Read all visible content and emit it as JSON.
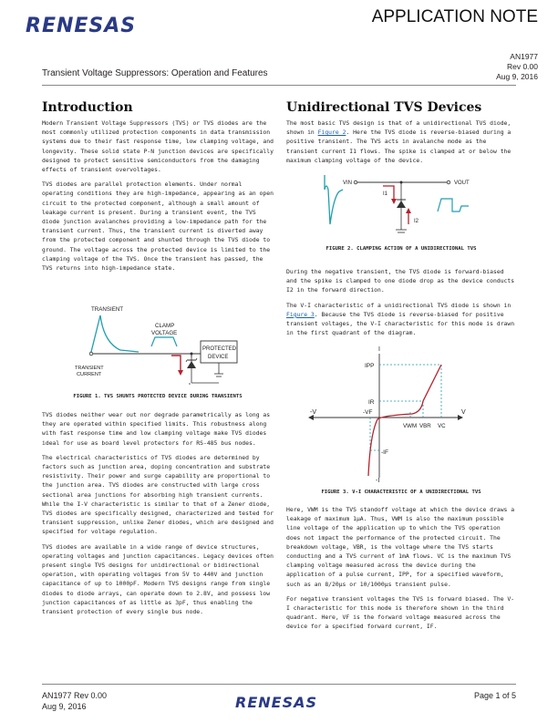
{
  "header": {
    "logo": "RENESAS",
    "doc_type": "APPLICATION NOTE",
    "doc_number": "AN1977",
    "revision": "Rev 0.00",
    "date": "Aug 9, 2016",
    "title": "Transient Voltage Suppressors: Operation and Features"
  },
  "intro": {
    "heading": "Introduction",
    "p1": "Modern Transient Voltage Suppressors (TVS) or TVS diodes are the most commonly utilized protection components in data transmission systems due to their fast response time, low clamping voltage, and longevity. These solid state P-N junction devices are specifically designed to protect sensitive semiconductors from the damaging effects of transient overvoltages.",
    "p2": "TVS diodes are parallel protection elements. Under normal operating conditions they are high-impedance, appearing as an open circuit to the protected component, although a small amount of leakage current is present. During a transient event, the TVS diode junction avalanches providing a low-impedance path for the transient current. Thus, the transient current is diverted away from the protected component and shunted through the TVS diode to ground. The voltage across the protected device is limited to the clamping voltage of the TVS. Once the transient has passed, the TVS returns into high-impedance state.",
    "fig1": {
      "transient": "TRANSIENT",
      "clamp1": "CLAMP",
      "clamp2": "VOLTAGE",
      "protected1": "PROTECTED",
      "protected2": "DEVICE",
      "current1": "TRANSIENT",
      "current2": "CURRENT",
      "caption": "FIGURE 1. TVS SHUNTS PROTECTED DEVICE DURING TRANSIENTS"
    },
    "p3": "TVS diodes neither wear out nor degrade parametrically as long as they are operated within specified limits. This robustness along with fast response time and low clamping voltage make TVS diodes ideal for use as board level protectors for RS-485 bus nodes.",
    "p4": "The electrical characteristics of TVS diodes are determined by factors such as junction area, doping concentration and substrate resistivity. Their power and surge capability are proportional to the junction area. TVS diodes are constructed with large cross sectional area junctions for absorbing high transient currents. While the I-V characteristic is similar to that of a Zener diode, TVS diodes are specifically designed, characterized and tested for transient suppression, unlike Zener diodes, which are designed and specified for voltage regulation.",
    "p5": "TVS diodes are available in a wide range of device structures, operating voltages and junction capacitances. Legacy devices often present single TVS designs for unidirectional or bidirectional operation, with operating voltages from 5V to 440V and junction capacitance of up to 1000pF. Modern TVS designs range from single diodes to diode arrays, can operate down to 2.8V, and possess low junction capacitances of as little as 3pF, thus enabling the transient protection of every single bus node."
  },
  "uni": {
    "heading": "Unidirectional TVS Devices",
    "p1a": "The most basic TVS design is that of a unidirectional TVS diode, shown in ",
    "p1link": "Figure 2",
    "p1b": ". Here the TVS diode is reverse-biased during a positive transient. The TVS acts in avalanche mode as the transient current I1 flows. The spike is clamped at or below the maximum clamping voltage of the device.",
    "fig2": {
      "vin": "VIN",
      "vout": "VOUT",
      "i1": "I1",
      "i2": "I2",
      "caption": "FIGURE 2. CLAMPING ACTION OF A UNIDIRECTIONAL TVS"
    },
    "p2": "During the negative transient, the TVS diode is forward-biased and the spike is clamped to one diode drop as the device conducts I2 in the forward direction.",
    "p3a": "The V-I characteristic of a unidirectional TVS diode is shown in ",
    "p3link": "Figure 3",
    "p3b": ". Because the TVS diode is reverse-biased for positive transient voltages, the V-I characteristic for this mode is drawn in the first quadrant of the diagram.",
    "fig3": {
      "i_top": "I",
      "i_bottom": "-I",
      "v_left": "-V",
      "v_right": "V",
      "ipp": "IPP",
      "ir": "IR",
      "vf": "-VF",
      "vwm": "VWM",
      "vbr": "VBR",
      "vc": "VC",
      "if": "-IF",
      "caption": "FIGURE 3. V-I CHARACTERISTIC OF A UNIDIRECTIONAL TVS"
    },
    "p4": "Here, VWM is the TVS standoff voltage at which the device draws a leakage of maximum 1μA. Thus, VWM is also the maximum possible line voltage of the application up to which the TVS operation does not impact the performance of the protected circuit. The breakdown voltage, VBR, is the voltage where the TVS starts conducting and a TVS current of 1mA flows. VC is the maximum TVS clamping voltage measured across the device during the application of a pulse current, IPP, for a specified waveform, such as an 8/20μs or 10/1000μs transient pulse.",
    "p5": "For negative transient voltages the TVS is forward biased. The V-I characteristic for this mode is therefore shown in the third quadrant. Here, VF is the forward voltage measured across the device for a specified forward current, IF."
  },
  "footer": {
    "doc": "AN1977  Rev 0.00",
    "date": "Aug 9, 2016",
    "logo": "RENESAS",
    "page": "Page 1 of 5"
  },
  "colors": {
    "brand": "#2a3a86",
    "curve": "#b4232d",
    "accent": "#1f9fb0",
    "link": "#1a5fb4"
  }
}
